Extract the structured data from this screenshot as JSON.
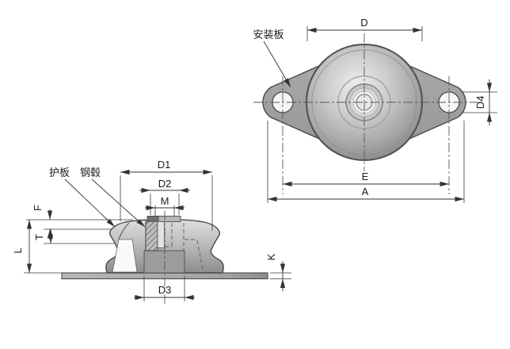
{
  "top_view": {
    "callout_mounting_plate": "安装板",
    "dims": {
      "d": "D",
      "d4": "D4",
      "e": "E",
      "a": "A"
    }
  },
  "side_view": {
    "callout_guard_plate": "护板",
    "callout_steel_hub": "钢毂",
    "dims": {
      "d1": "D1",
      "d2": "D2",
      "m": "M",
      "f": "F",
      "t": "T",
      "l": "L",
      "k": "K",
      "d3": "D3"
    }
  },
  "colors": {
    "background": "#ffffff",
    "line": "#333333",
    "part_outline": "#4a4a4a",
    "metal_light": "#e8e8e8",
    "metal_mid": "#a8a8a8",
    "metal_dark": "#767676",
    "hatch": "#3c3c3c"
  }
}
